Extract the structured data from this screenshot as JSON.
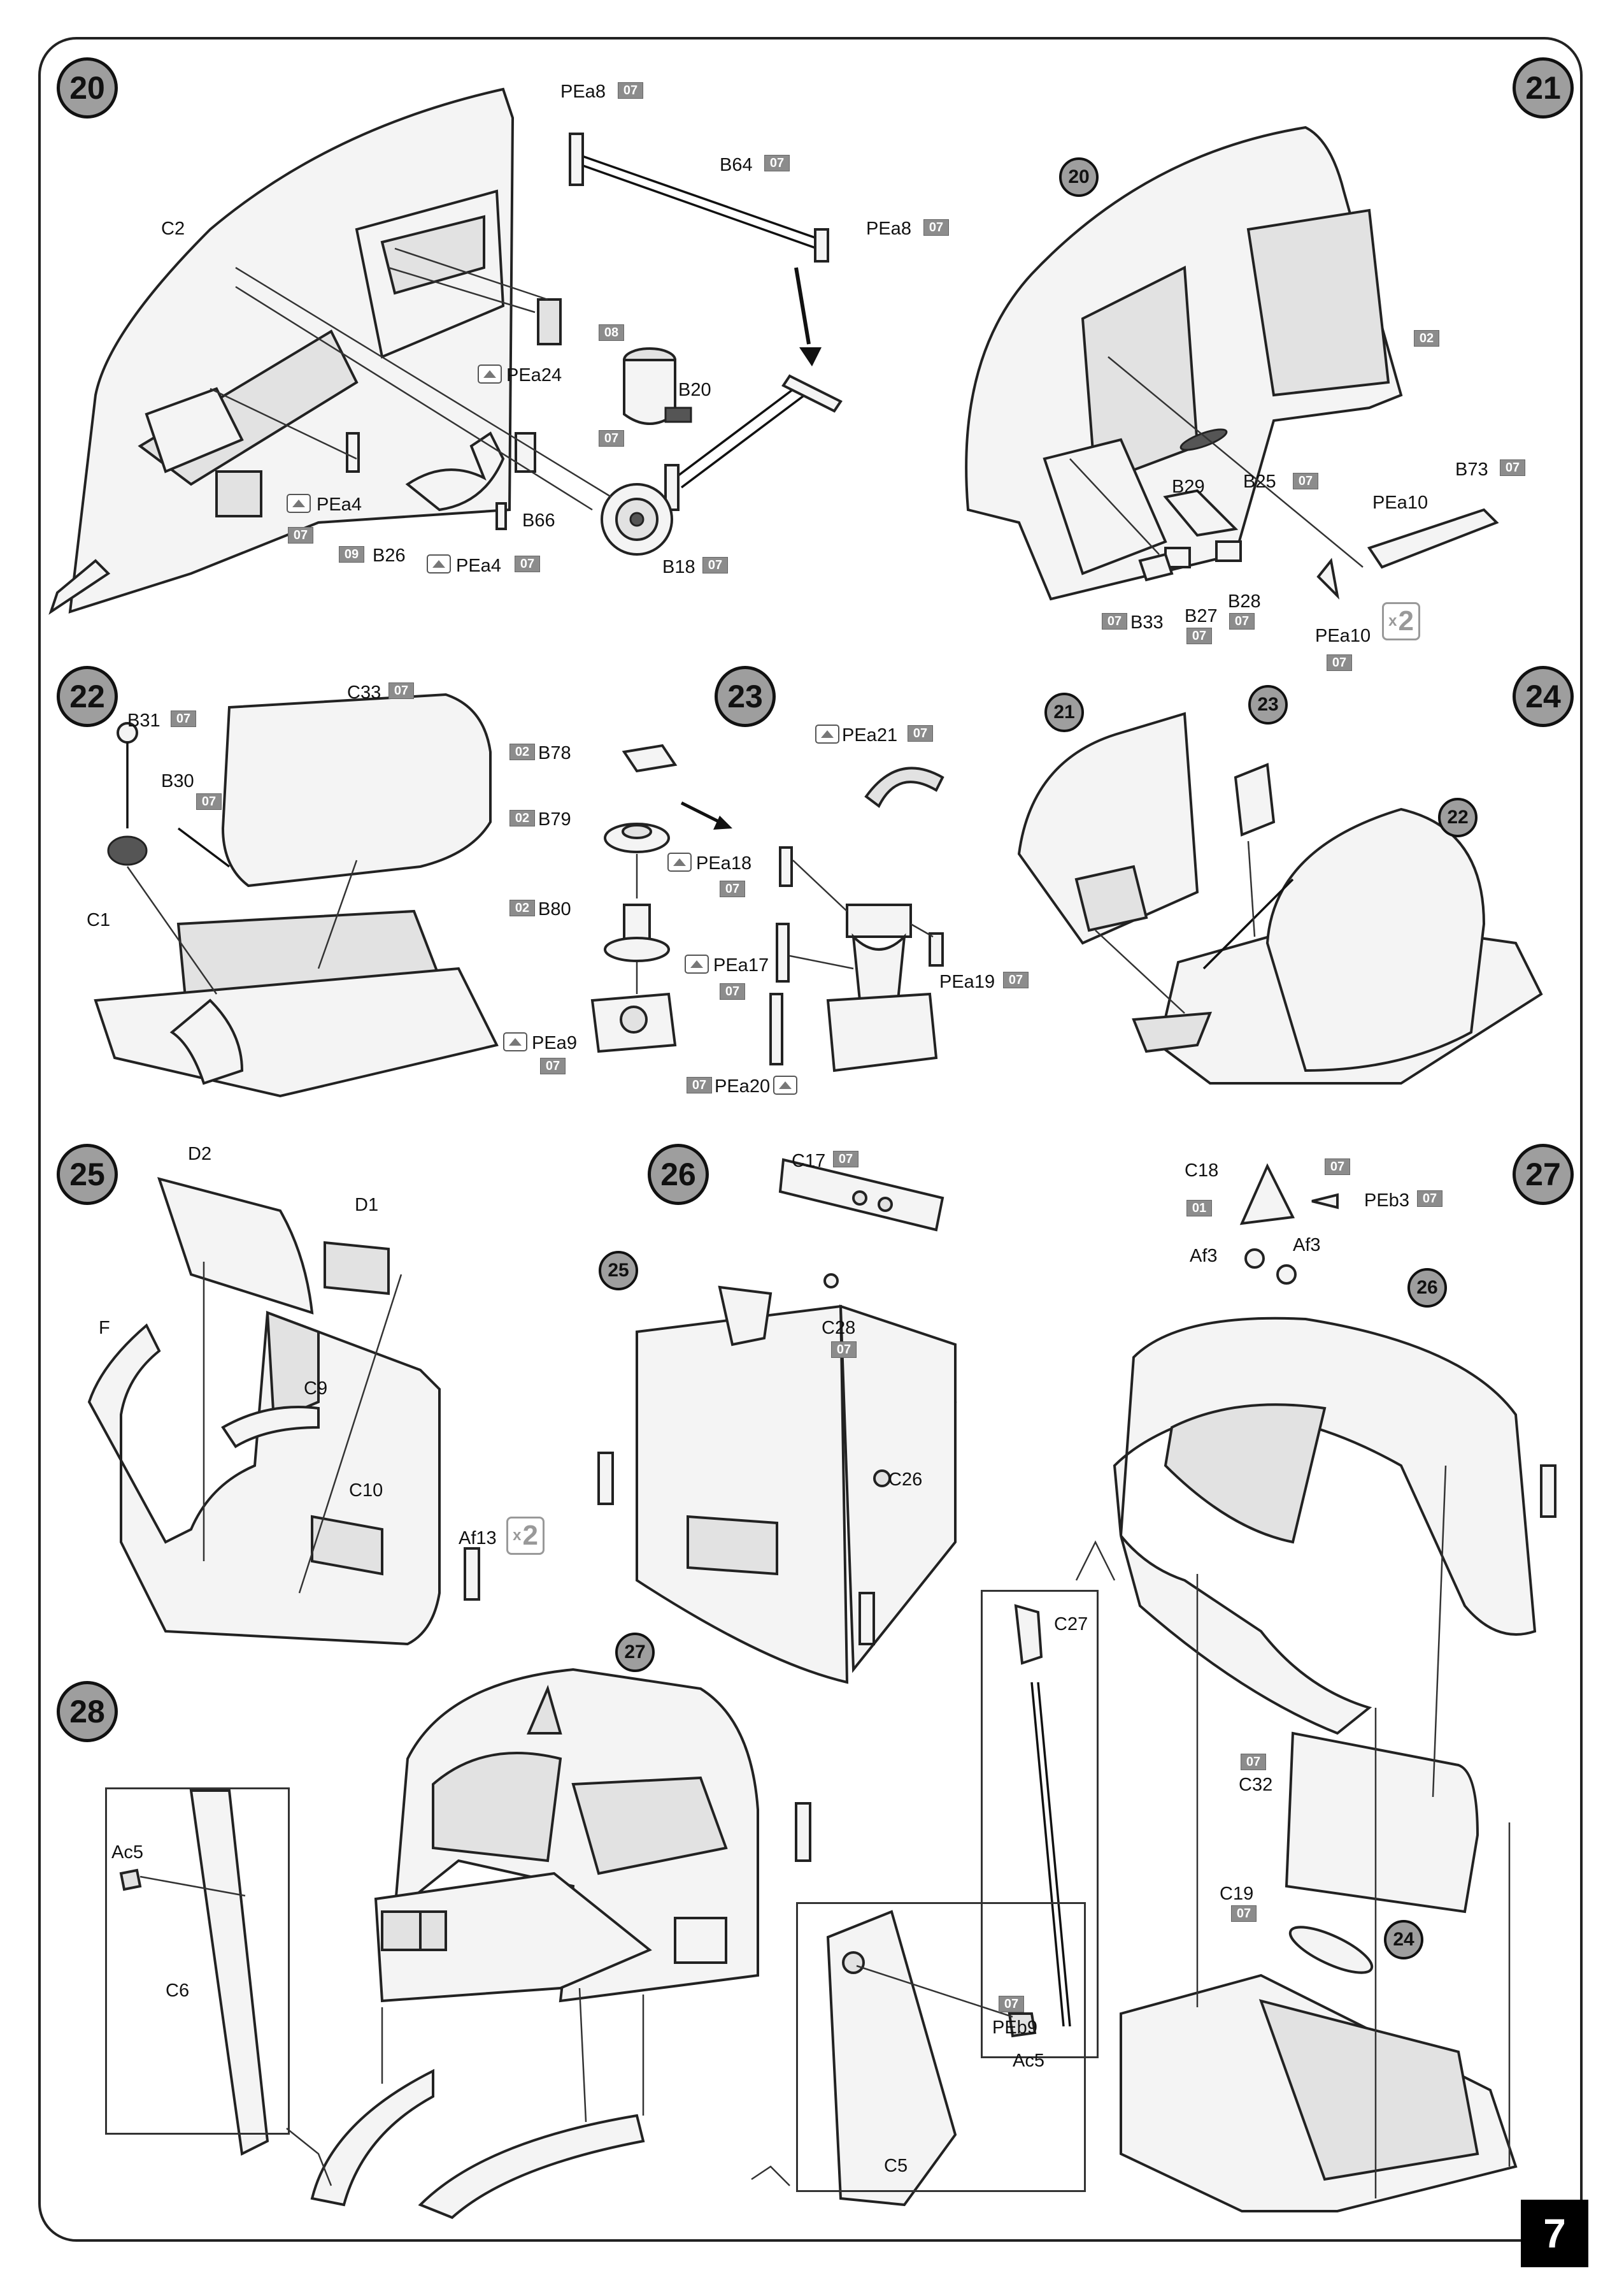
{
  "page": {
    "number": "7"
  },
  "steps": {
    "s20": {
      "number": "20"
    },
    "s21": {
      "number": "21",
      "ref_step": "20"
    },
    "s22": {
      "number": "22"
    },
    "s23": {
      "number": "23"
    },
    "s24": {
      "number": "24",
      "ref_a": "21",
      "ref_b": "23",
      "ref_c": "22"
    },
    "s25": {
      "number": "25"
    },
    "s26": {
      "number": "26",
      "ref_step": "25"
    },
    "s27": {
      "number": "27",
      "ref_step": "26",
      "ref_bottom": "24"
    },
    "s28": {
      "number": "28",
      "ref_step": "27"
    }
  },
  "labels": {
    "PEa8_a": "PEa8",
    "PEa8_b": "PEa8",
    "B64": "B64",
    "C2": "C2",
    "PEa24": "PEa24",
    "B20": "B20",
    "PEa4_a": "PEa4",
    "B26": "B26",
    "PEa4_b": "PEa4",
    "B66": "B66",
    "B18": "B18",
    "B25": "B25",
    "B29": "B29",
    "B73": "B73",
    "PEa10_a": "PEa10",
    "PEa10_b": "PEa10",
    "B33": "B33",
    "B27": "B27",
    "B28": "B28",
    "B31": "B31",
    "C33": "C33",
    "B30": "B30",
    "C1": "C1",
    "B78": "B78",
    "B79": "B79",
    "B80": "B80",
    "PEa9": "PEa9",
    "PEa21": "PEa21",
    "PEa18": "PEa18",
    "PEa17": "PEa17",
    "PEa19": "PEa19",
    "PEa20": "PEa20",
    "D2": "D2",
    "D1": "D1",
    "F": "F",
    "C9": "C9",
    "C10": "C10",
    "Af13": "Af13",
    "C17": "C17",
    "C28": "C28",
    "C26": "C26",
    "C18": "C18",
    "PEb3": "PEb3",
    "Af3_a": "Af3",
    "Af3_b": "Af3",
    "C27": "C27",
    "PEb9": "PEb9",
    "C32": "C32",
    "C19": "C19",
    "Ac5_a": "Ac5",
    "C6": "C6",
    "Ac5_b": "Ac5",
    "C5": "C5"
  },
  "codes": {
    "c_PEa8_a": "07",
    "c_B64": "07",
    "c_PEa8_b": "07",
    "c_B20_top": "08",
    "c_B20": "07",
    "c_PEa4_a": "07",
    "c_B26": "09",
    "c_PEa4_b": "07",
    "c_B18": "07",
    "c_s21_panel": "02",
    "c_B25": "07",
    "c_B73": "07",
    "c_B33": "07",
    "c_B27": "07",
    "c_B28": "07",
    "c_PEa10": "07",
    "c_B31": "07",
    "c_C33": "07",
    "c_B30": "07",
    "c_B78": "02",
    "c_B79": "02",
    "c_B80": "02",
    "c_PEa9": "07",
    "c_PEa21": "07",
    "c_PEa18": "07",
    "c_PEa17": "07",
    "c_PEa19": "07",
    "c_PEa20": "07",
    "c_C17": "07",
    "c_C28": "07",
    "c_C18_a": "07",
    "c_C18_b": "01",
    "c_PEb3": "07",
    "c_C32": "07",
    "c_C19": "07",
    "c_PEb9": "07"
  },
  "multipliers": {
    "PEa10": "2",
    "Af13": "2",
    "prefix": "x"
  },
  "icons": [
    "photo-etch-icon",
    "step-badge",
    "paint-code-badge",
    "quantity-multiplier"
  ],
  "colors": {
    "badge_bg": "#9e9e9e",
    "code_bg": "#8c8c8c",
    "line": "#111111"
  }
}
